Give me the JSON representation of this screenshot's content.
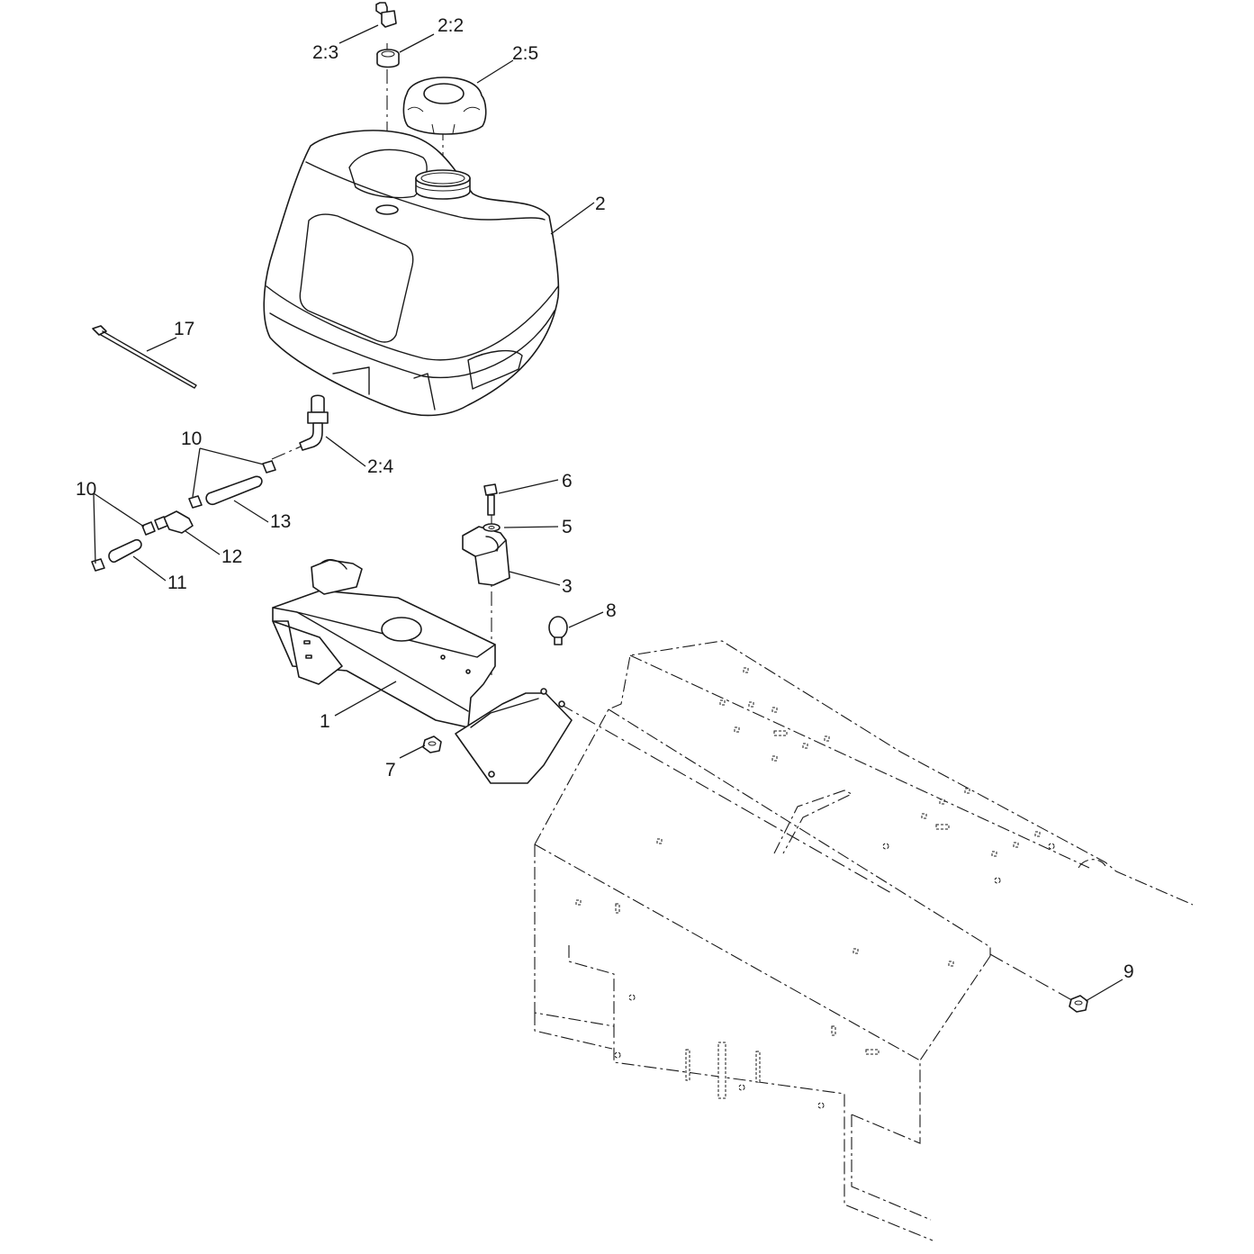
{
  "callouts": [
    {
      "id": "c-2-3",
      "label": "2:3"
    },
    {
      "id": "c-2-2",
      "label": "2:2"
    },
    {
      "id": "c-2-5",
      "label": "2:5"
    },
    {
      "id": "c-2",
      "label": "2"
    },
    {
      "id": "c-17",
      "label": "17"
    },
    {
      "id": "c-10a",
      "label": "10"
    },
    {
      "id": "c-2-4",
      "label": "2:4"
    },
    {
      "id": "c-10b",
      "label": "10"
    },
    {
      "id": "c-13",
      "label": "13"
    },
    {
      "id": "c-12",
      "label": "12"
    },
    {
      "id": "c-11",
      "label": "11"
    },
    {
      "id": "c-6",
      "label": "6"
    },
    {
      "id": "c-5",
      "label": "5"
    },
    {
      "id": "c-3",
      "label": "3"
    },
    {
      "id": "c-8",
      "label": "8"
    },
    {
      "id": "c-1",
      "label": "1"
    },
    {
      "id": "c-7",
      "label": "7"
    },
    {
      "id": "c-9",
      "label": "9"
    }
  ]
}
